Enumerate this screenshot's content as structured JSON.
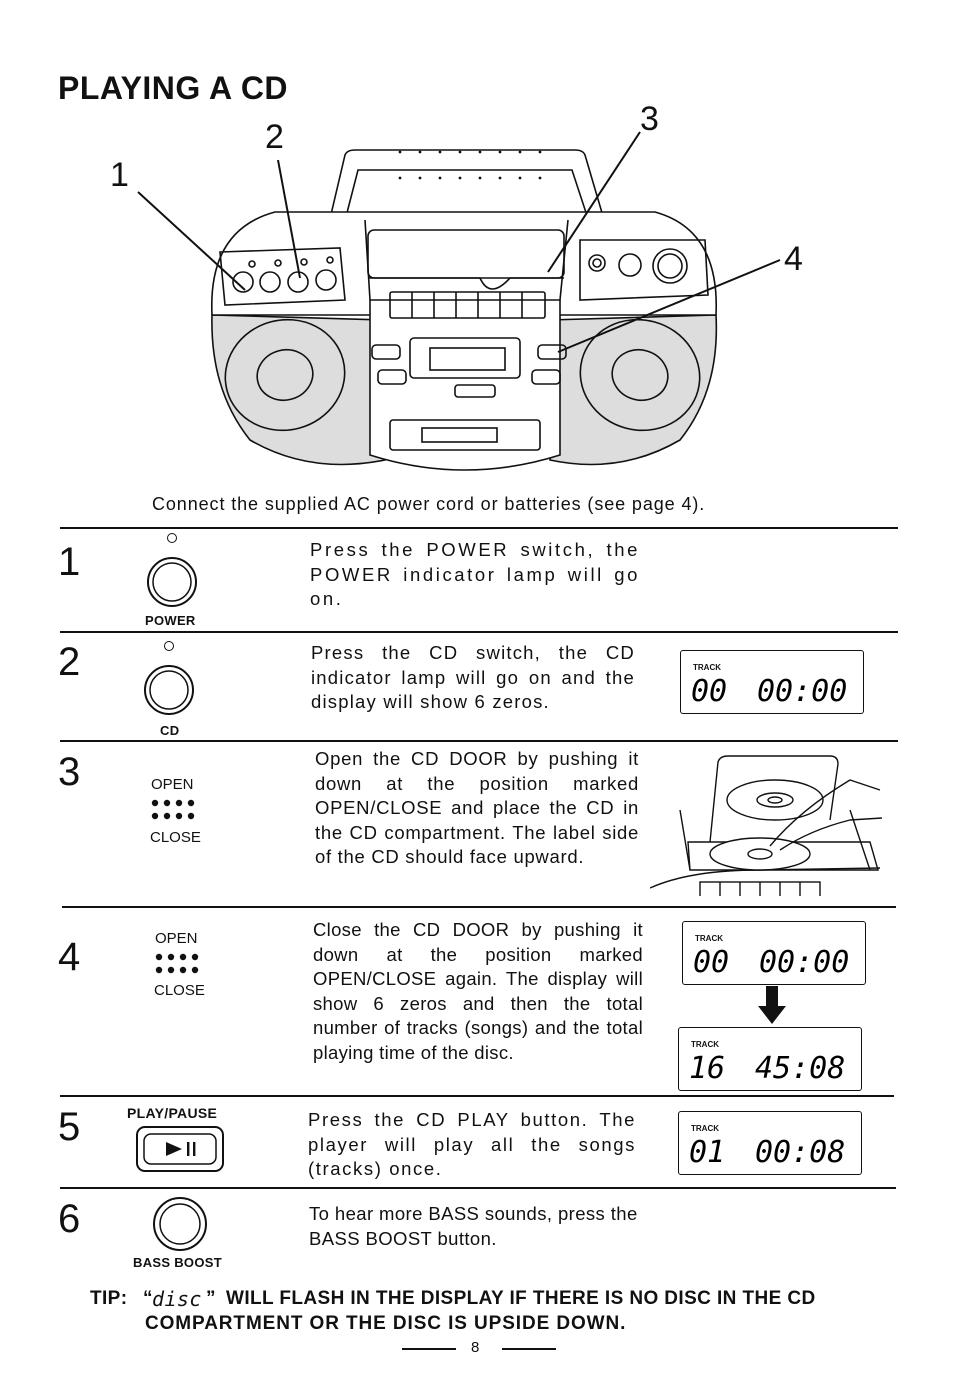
{
  "page": {
    "title": "PLAYING A CD",
    "callouts": [
      "1",
      "2",
      "3",
      "4"
    ],
    "caption": "Connect the supplied AC power cord or batteries (see page 4).",
    "page_number": "8"
  },
  "steps": [
    {
      "number": "1",
      "button_label": "POWER",
      "text": "Press the POWER switch, the POWER indicator lamp will go on."
    },
    {
      "number": "2",
      "button_label": "CD",
      "text": "Press the CD switch, the CD indicator lamp will go on and the display will show 6 zeros.",
      "display": {
        "label": "TRACK",
        "track": "00",
        "time": "00:00"
      }
    },
    {
      "number": "3",
      "open_label": "OPEN",
      "close_label": "CLOSE",
      "text": "Open the CD DOOR by pushing it down at the position marked OPEN/CLOSE and place the CD in the CD compartment. The label side of the CD should face upward."
    },
    {
      "number": "4",
      "open_label": "OPEN",
      "close_label": "CLOSE",
      "text": "Close the CD DOOR by pushing it down at the position marked OPEN/CLOSE again. The display will show 6 zeros and then the total number of tracks (songs) and the total playing time of the disc.",
      "display_before": {
        "label": "TRACK",
        "track": "00",
        "time": "00:00"
      },
      "display_after": {
        "label": "TRACK",
        "track": "16",
        "time": "45:08"
      }
    },
    {
      "number": "5",
      "button_label": "PLAY/PAUSE",
      "text": "Press the CD PLAY button. The player will play all the songs (tracks) once.",
      "display": {
        "label": "TRACK",
        "track": "01",
        "time": "00:08"
      }
    },
    {
      "number": "6",
      "button_label": "BASS BOOST",
      "text": "To hear more BASS sounds, press the BASS BOOST button."
    }
  ],
  "tip": {
    "prefix": "TIP:",
    "display_word": "disc",
    "line1": "WILL FLASH IN THE DISPLAY IF THERE IS NO DISC IN THE CD",
    "line2": "COMPARTMENT OR THE DISC IS UPSIDE DOWN."
  }
}
